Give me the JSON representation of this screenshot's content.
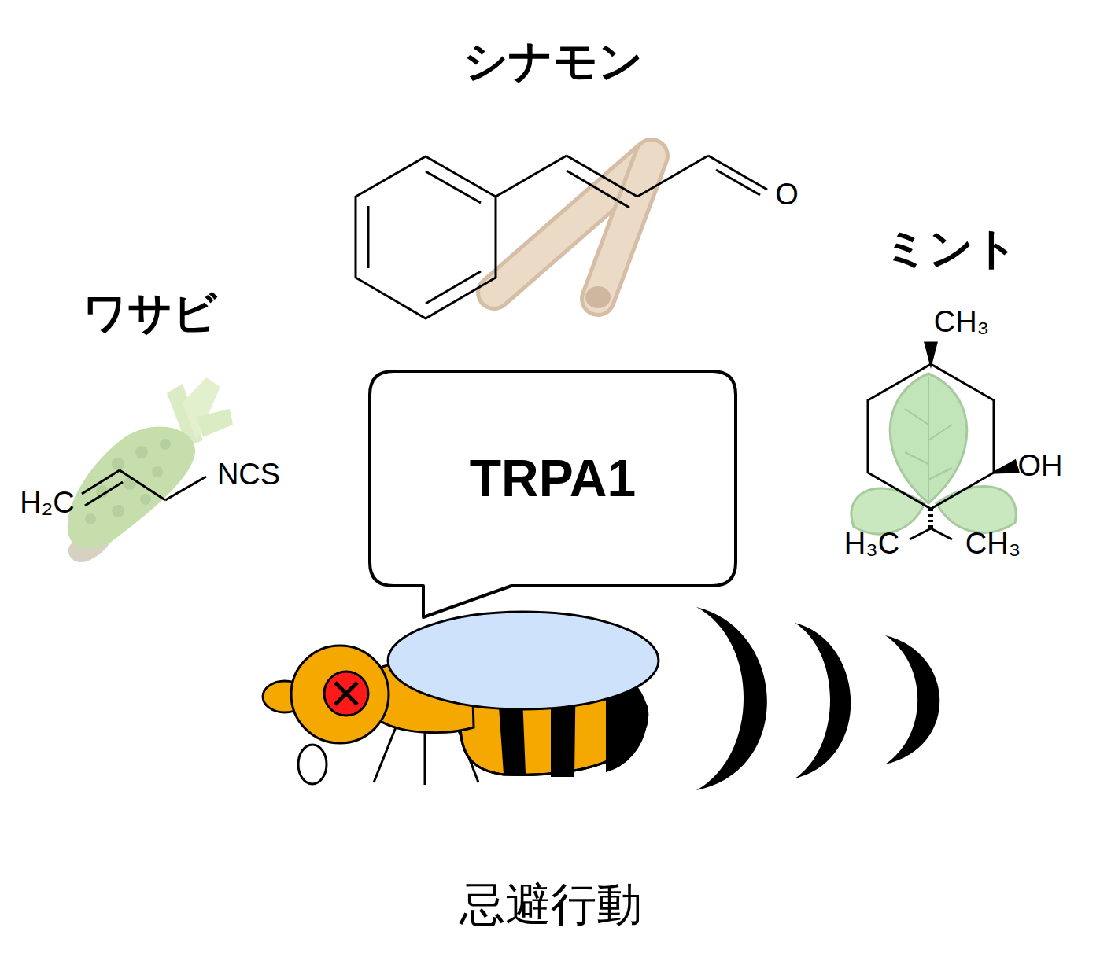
{
  "diagram": {
    "nodes": [
      {
        "text": [
          "TRPA1"
        ]
      }
    ],
    "labels": [
      "シナモン",
      "ワサビ",
      "ミント",
      "O",
      "NCS",
      "H₂C",
      "CH₃",
      "OH",
      "H₃C",
      "CH₃",
      "忌避行動"
    ]
  }
}
